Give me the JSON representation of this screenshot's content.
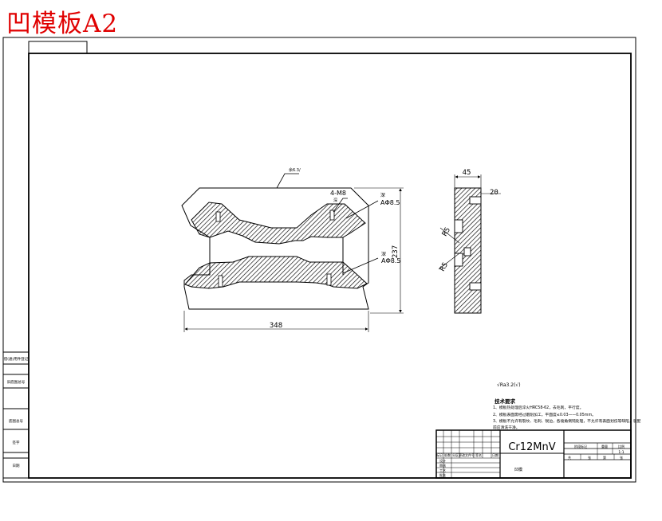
{
  "drawing_title": "凹模板A2",
  "front_view": {
    "surface_symbol": "余6.3/",
    "thread_note_value": "4-M8",
    "thread_note_sub": "深",
    "hole_note_top_value": "AΦ8.5",
    "hole_note_top_sub": "深",
    "hole_note_bottom_value": "AΦ8.5",
    "hole_note_bottom_sub": "深",
    "dim_width": "348",
    "dim_height": "237"
  },
  "side_view": {
    "dim_thickness": "45",
    "dim_step": "20",
    "dim_radius_top": "R5",
    "dim_radius_bottom": "R5"
  },
  "notes": {
    "roughness_symbol": "√Ra3.2(√)",
    "title": "技术要求",
    "line_1": "1、模板热处理后淬火HRC58-62，去毛刺，平行度。",
    "line_2": "2、模板表面需经过磨削加工，平面度≤0.03——0.05mm。",
    "line_3": "3、模板不允许有裂纹、毛刺、锐边，各棱角倒钝处理，不允许有表面划伤等缺陷，装配",
    "line_4": "前应清洗干净。"
  },
  "title_block": {
    "material": "Cr12MnV",
    "revision_headers": [
      "标记",
      "处数",
      "分区",
      "更改文件号",
      "签名",
      "日期"
    ],
    "sign_rows": [
      "设计",
      "审核",
      "工艺",
      "批准"
    ],
    "stage_headers": [
      "阶段标记",
      "重量",
      "比例"
    ],
    "scale": "1:1",
    "sheet_cells": [
      "共",
      "张",
      "第",
      "张"
    ],
    "org_label": "凹模"
  },
  "side_strip": {
    "labels": [
      "借(通)用件登记",
      "旧底图总号",
      "底图总号",
      "签字",
      "日期"
    ]
  }
}
